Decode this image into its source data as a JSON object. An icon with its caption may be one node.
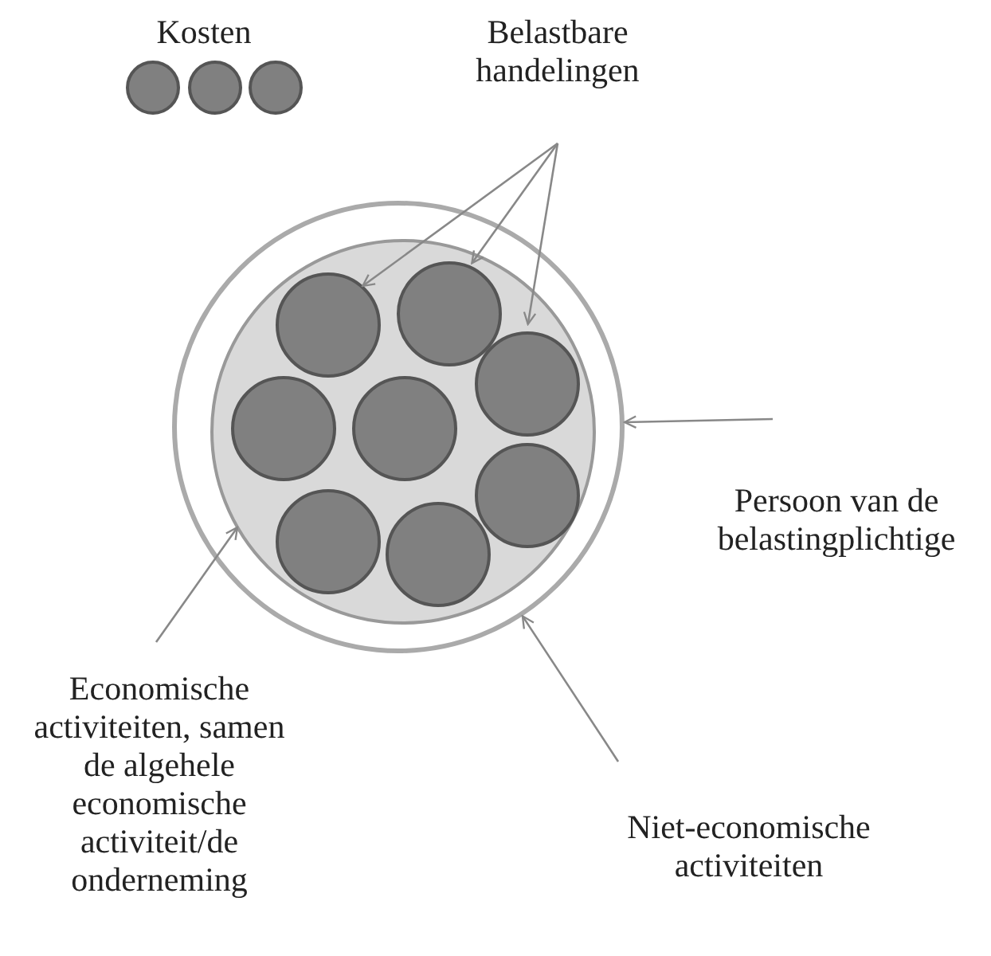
{
  "diagram": {
    "nodes": [
      {
        "text": [
          "Persoon van de belastingplichtige"
        ]
      },
      {
        "text": [],
        "shape": "circle"
      },
      {
        "text": [],
        "shape": "circle",
        "in": 1
      },
      {
        "text": [],
        "shape": "circle",
        "in": 2
      },
      {
        "text": [],
        "shape": "circle",
        "in": 2
      },
      {
        "text": [],
        "shape": "circle",
        "in": 2
      },
      {
        "text": [],
        "shape": "circle",
        "in": 2
      },
      {
        "text": [],
        "shape": "circle",
        "in": 2
      },
      {
        "text": [],
        "shape": "circle",
        "in": 2
      },
      {
        "text": [],
        "shape": "circle",
        "in": 2
      },
      {
        "text": [],
        "shape": "circle",
        "in": 2
      },
      {
        "text": [
          "Belastbare handelingen"
        ]
      },
      {
        "text": [
          "Economische activiteiten, samen de algehele economische activiteit/de onderneming"
        ]
      },
      {
        "text": [
          "Niet-economische activiteiten"
        ]
      },
      {
        "text": [],
        "shape": "circle"
      },
      {
        "text": [],
        "shape": "circle"
      },
      {
        "text": [],
        "shape": "circle"
      }
    ],
    "edges": [
      {
        "from": 11,
        "to": 3,
        "arrow": "to"
      },
      {
        "from": 11,
        "to": 4,
        "arrow": "to"
      },
      {
        "from": 11,
        "to": 5,
        "arrow": "to"
      },
      {
        "from": 0,
        "to": 1,
        "arrow": "to"
      },
      {
        "from": 12,
        "to": 2,
        "arrow": "to"
      },
      {
        "from": 13,
        "to": 1,
        "arrow": "to"
      }
    ],
    "labels": [
      "Kosten"
    ]
  }
}
